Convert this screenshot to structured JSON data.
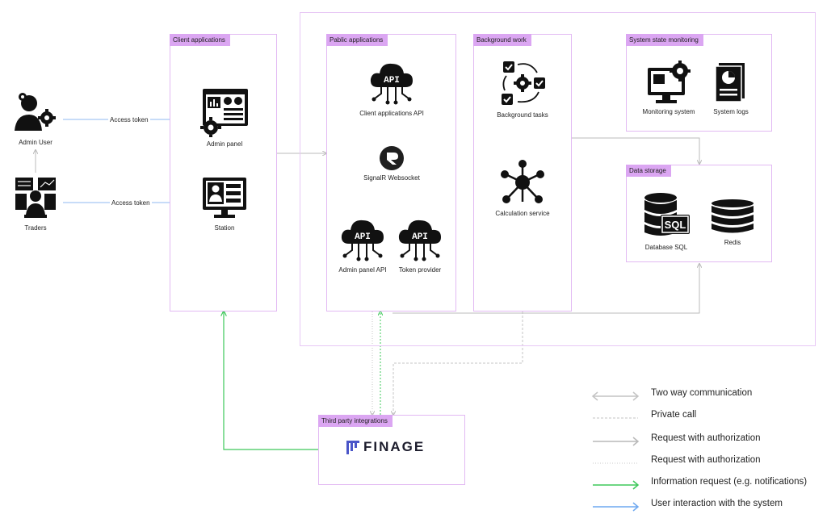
{
  "groups": {
    "client_apps": "Client applications",
    "public_apps": "Pablic applications",
    "background_work": "Background work",
    "monitoring": "System state monitoring",
    "data_storage": "Data storage",
    "third_party": "Third party integrations"
  },
  "nodes": {
    "admin_user": "Admin User",
    "traders": "Traders",
    "admin_panel": "Admin panel",
    "station": "Station",
    "client_api": "Client applications API",
    "signalr": "SignalR Websocket",
    "admin_panel_api": "Admin panel API",
    "token_provider": "Token provider",
    "background_tasks": "Background tasks",
    "calculation_service": "Calculation service",
    "monitoring_system": "Monitoring system",
    "system_logs": "System logs",
    "database_sql": "Database SQL",
    "redis": "Redis",
    "finage": "FINAGE"
  },
  "edge_labels": {
    "admin_access": "Access token",
    "traders_access": "Access token"
  },
  "legend": [
    {
      "label": "Two way communication",
      "color": "#c3c3c3",
      "style": "double-arrow"
    },
    {
      "label": "Private call",
      "color": "#c3c3c3",
      "style": "dashed"
    },
    {
      "label": "Request with authorization",
      "color": "#b8b8b8",
      "style": "arrow"
    },
    {
      "label": "Request with authorization",
      "color": "#c8c8c8",
      "style": "dotted"
    },
    {
      "label": "Information request (e.g. notifications)",
      "color": "#3ec85a",
      "style": "arrow"
    },
    {
      "label": "User interaction with the system",
      "color": "#6ea8f0",
      "style": "arrow"
    }
  ],
  "colors": {
    "group_border": "#e2b9f3",
    "group_tag": "#dba6f2",
    "gray_line": "#c4c4c4",
    "green_line": "#3ec85a",
    "blue_line": "#6ea8f0",
    "finage_brand": "#4a55c8"
  },
  "icons": {
    "admin_user": "admin-user-gears-icon",
    "traders": "trader-screens-icon",
    "admin_panel": "dashboard-gear-icon",
    "station": "monitor-profile-icon",
    "api": "cloud-api-icon",
    "signalr": "signalr-logo-icon",
    "background_tasks": "task-cycle-gear-icon",
    "calculation_service": "network-hub-icon",
    "monitoring_system": "monitor-gear-icon",
    "system_logs": "log-document-icon",
    "database_sql": "database-sql-icon",
    "redis": "redis-stack-icon",
    "finage": "finage-logo-icon"
  }
}
